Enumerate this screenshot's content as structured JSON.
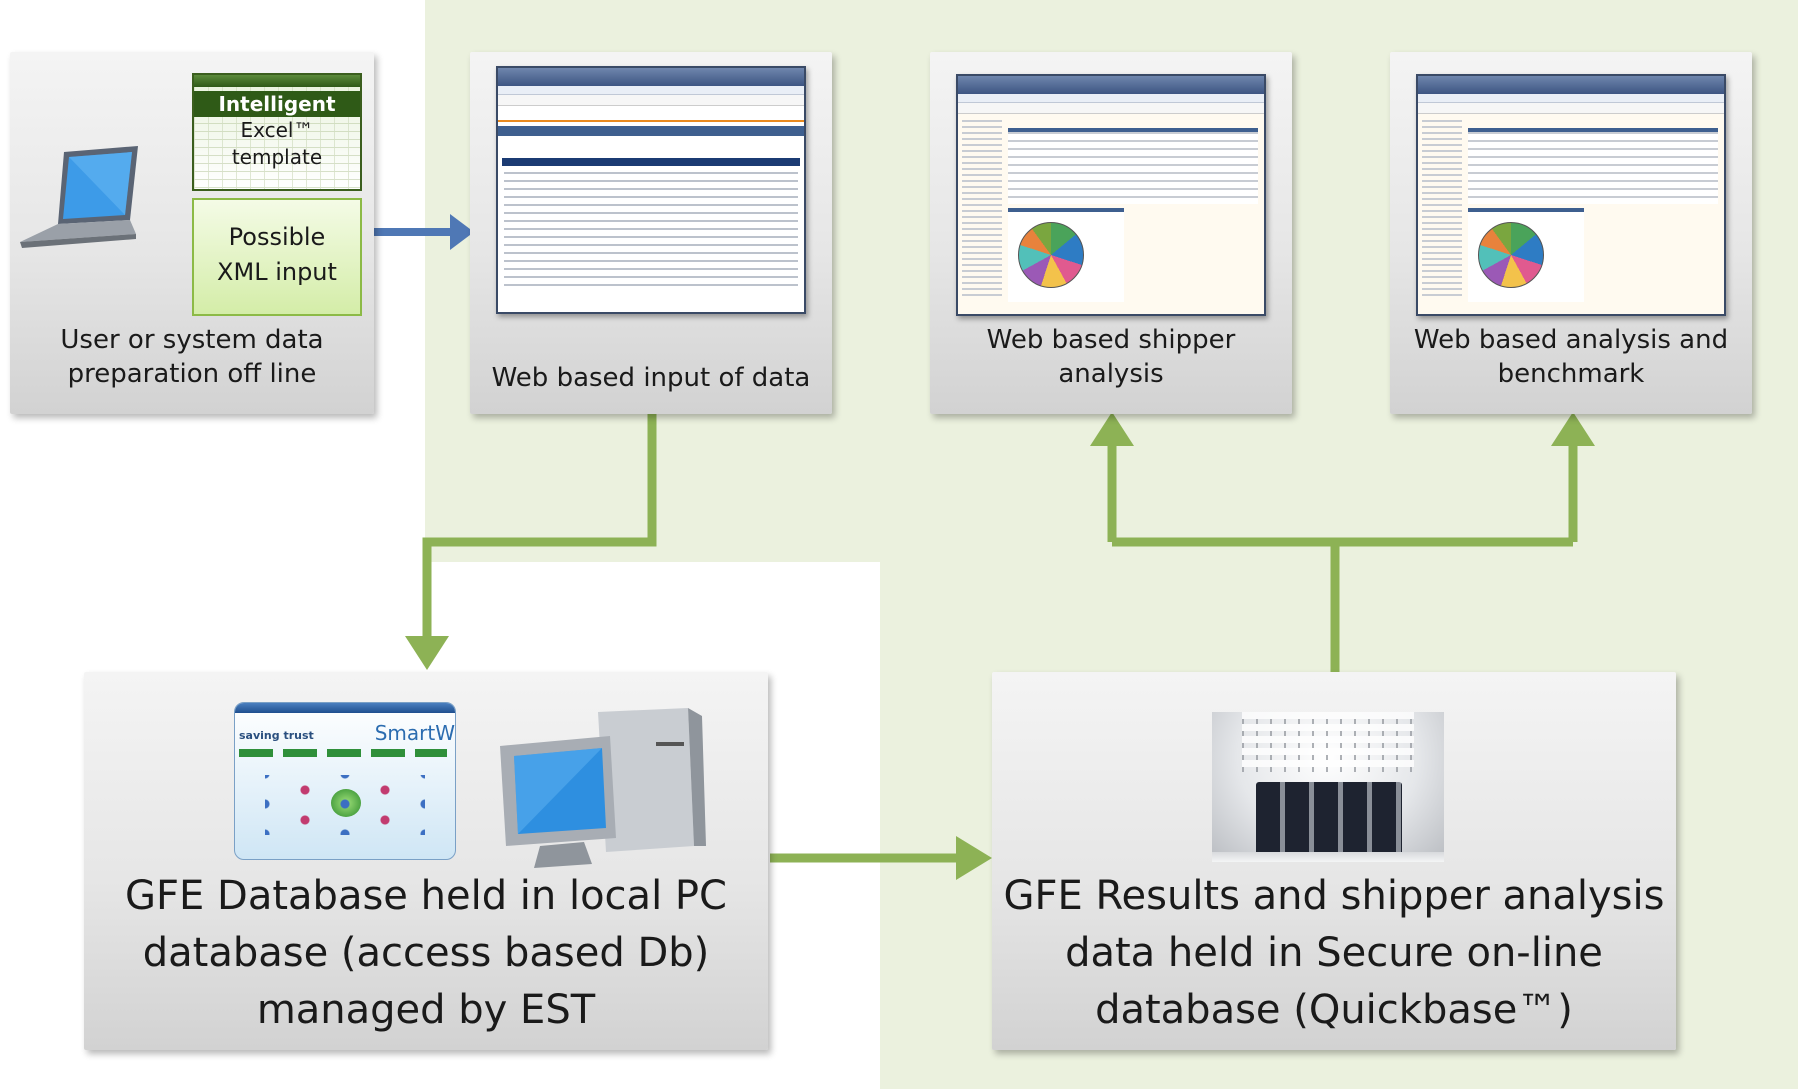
{
  "colors": {
    "green_background": "#ebf1de",
    "green_arrow": "#8db255",
    "blue_arrow": "#4f78b5"
  },
  "stage_offline": {
    "label_lines": [
      "User or system data",
      "preparation off line"
    ],
    "template_lines": [
      "Intelligent",
      "Excel™",
      "template"
    ],
    "xml_lines": [
      "Possible",
      "XML input"
    ],
    "icons": [
      "laptop-icon"
    ]
  },
  "stage_input": {
    "label_lines": [
      "Web based input of data"
    ]
  },
  "stage_shipper": {
    "label_lines": [
      "Web based shipper",
      "analysis"
    ]
  },
  "stage_benchmark": {
    "label_lines": [
      "Web based analysis and",
      "benchmark"
    ]
  },
  "local_db": {
    "label_lines": [
      "GFE Database held in local PC",
      "database (access based Db)",
      "managed by EST"
    ],
    "app_header_lines": [
      "saving trust",
      "SmartW"
    ],
    "icons": [
      "smartway-app-screenshot",
      "desktop-pc-icon"
    ]
  },
  "online_db": {
    "label_lines": [
      "GFE Results and shipper analysis",
      "data held in Secure on-line",
      "database (Quickbase™)"
    ],
    "icons": [
      "server-room-image"
    ]
  }
}
